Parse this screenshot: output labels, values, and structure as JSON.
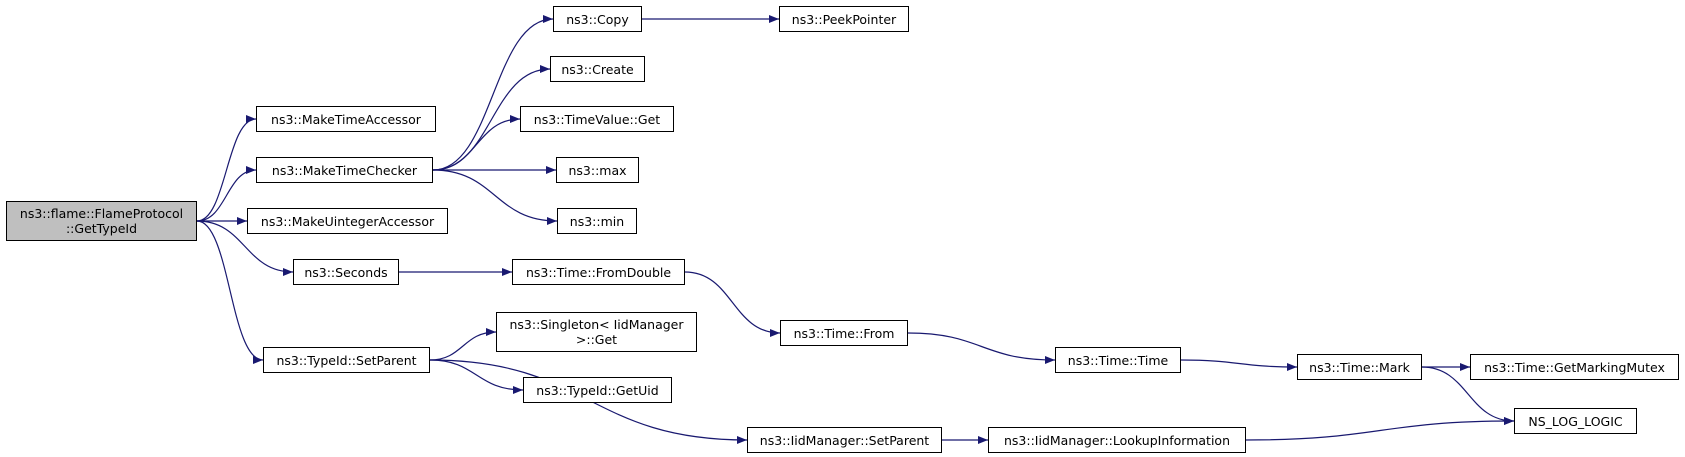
{
  "nodes": [
    {
      "id": "getTypeId",
      "lines": [
        "ns3::flame::FlameProtocol",
        "::GetTypeId"
      ],
      "root": true
    },
    {
      "id": "makeTimeAccessor",
      "lines": [
        "ns3::MakeTimeAccessor"
      ]
    },
    {
      "id": "makeTimeChecker",
      "lines": [
        "ns3::MakeTimeChecker"
      ]
    },
    {
      "id": "makeUintegerAccessor",
      "lines": [
        "ns3::MakeUintegerAccessor"
      ]
    },
    {
      "id": "seconds",
      "lines": [
        "ns3::Seconds"
      ]
    },
    {
      "id": "typeIdSetParent",
      "lines": [
        "ns3::TypeId::SetParent"
      ]
    },
    {
      "id": "copy",
      "lines": [
        "ns3::Copy"
      ]
    },
    {
      "id": "peekPointer",
      "lines": [
        "ns3::PeekPointer"
      ]
    },
    {
      "id": "create",
      "lines": [
        "ns3::Create"
      ]
    },
    {
      "id": "timeValueGet",
      "lines": [
        "ns3::TimeValue::Get"
      ]
    },
    {
      "id": "max",
      "lines": [
        "ns3::max"
      ]
    },
    {
      "id": "min",
      "lines": [
        "ns3::min"
      ]
    },
    {
      "id": "timeFromDouble",
      "lines": [
        "ns3::Time::FromDouble"
      ]
    },
    {
      "id": "timeFrom",
      "lines": [
        "ns3::Time::From"
      ]
    },
    {
      "id": "timeTime",
      "lines": [
        "ns3::Time::Time"
      ]
    },
    {
      "id": "timeMark",
      "lines": [
        "ns3::Time::Mark"
      ]
    },
    {
      "id": "getMarkingMutex",
      "lines": [
        "ns3::Time::GetMarkingMutex"
      ]
    },
    {
      "id": "nsLogLogic",
      "lines": [
        "NS_LOG_LOGIC"
      ]
    },
    {
      "id": "singletonGet",
      "lines": [
        "ns3::Singleton< IidManager",
        " >::Get"
      ]
    },
    {
      "id": "typeIdGetUid",
      "lines": [
        "ns3::TypeId::GetUid"
      ]
    },
    {
      "id": "iidSetParent",
      "lines": [
        "ns3::IidManager::SetParent"
      ]
    },
    {
      "id": "lookupInformation",
      "lines": [
        "ns3::IidManager::LookupInformation"
      ]
    }
  ],
  "edges": [
    {
      "from": "getTypeId",
      "to": "makeTimeAccessor"
    },
    {
      "from": "getTypeId",
      "to": "makeTimeChecker"
    },
    {
      "from": "getTypeId",
      "to": "makeUintegerAccessor"
    },
    {
      "from": "getTypeId",
      "to": "seconds"
    },
    {
      "from": "getTypeId",
      "to": "typeIdSetParent"
    },
    {
      "from": "makeTimeChecker",
      "to": "copy"
    },
    {
      "from": "makeTimeChecker",
      "to": "create"
    },
    {
      "from": "makeTimeChecker",
      "to": "timeValueGet"
    },
    {
      "from": "makeTimeChecker",
      "to": "max"
    },
    {
      "from": "makeTimeChecker",
      "to": "min"
    },
    {
      "from": "copy",
      "to": "peekPointer"
    },
    {
      "from": "seconds",
      "to": "timeFromDouble"
    },
    {
      "from": "timeFromDouble",
      "to": "timeFrom"
    },
    {
      "from": "timeFrom",
      "to": "timeTime"
    },
    {
      "from": "timeTime",
      "to": "timeMark"
    },
    {
      "from": "timeMark",
      "to": "getMarkingMutex"
    },
    {
      "from": "timeMark",
      "to": "nsLogLogic"
    },
    {
      "from": "typeIdSetParent",
      "to": "singletonGet"
    },
    {
      "from": "typeIdSetParent",
      "to": "typeIdGetUid"
    },
    {
      "from": "typeIdSetParent",
      "to": "iidSetParent"
    },
    {
      "from": "iidSetParent",
      "to": "lookupInformation"
    },
    {
      "from": "lookupInformation",
      "to": "nsLogLogic"
    }
  ],
  "colors": {
    "edge": "#191970",
    "root_fill": "#bfbfbf",
    "node_fill": "#ffffff",
    "border": "#000000"
  }
}
